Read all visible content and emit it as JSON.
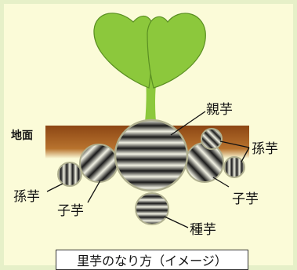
{
  "labels": {
    "parent_tuber": "親芋",
    "ground_surface": "地面",
    "grandchild_tuber_right": "孫芋",
    "grandchild_tuber_left": "孫芋",
    "child_tuber_left": "子芋",
    "child_tuber_right": "子芋",
    "seed_tuber": "種芋"
  },
  "caption": "里芋のなり方（イメージ）",
  "colors": {
    "leaf": "#8cc83c",
    "stem": "#8cc83c",
    "soil": "#8c4614",
    "tuber_dark": "#1a1a1a",
    "tuber_light": "#f2f2e4",
    "background": "#fbfbd8",
    "frame": "#e6f0c8"
  }
}
